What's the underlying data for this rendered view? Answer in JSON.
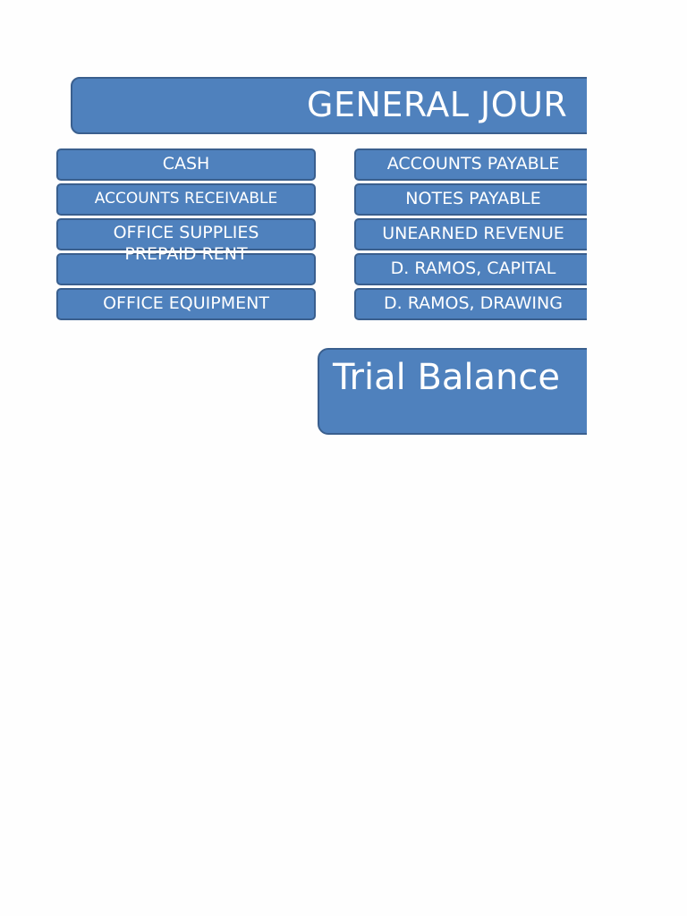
{
  "header": {
    "title": "GENERAL JOUR"
  },
  "accounts": {
    "left": [
      "CASH",
      "ACCOUNTS RECEIVABLE",
      "OFFICE SUPPLIES",
      "PREPAID RENT",
      "OFFICE EQUIPMENT"
    ],
    "right": [
      "ACCOUNTS PAYABLE",
      "NOTES PAYABLE",
      "UNEARNED REVENUE",
      "D. RAMOS, CAPITAL",
      "D. RAMOS, DRAWING"
    ]
  },
  "trial": {
    "label": "Trial Balance"
  },
  "colors": {
    "box_fill": "#4f81bd",
    "box_border": "#3a5f8e",
    "text": "#ffffff",
    "background": "#fefefe"
  }
}
